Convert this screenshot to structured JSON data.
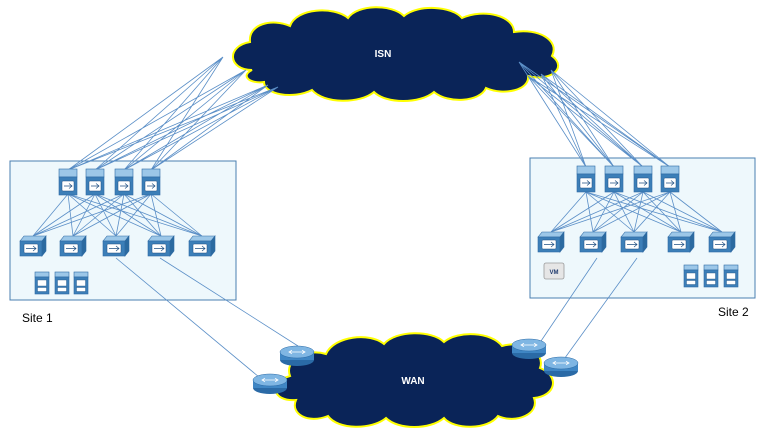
{
  "clouds": {
    "isn": {
      "label": "ISN"
    },
    "wan": {
      "label": "WAN"
    }
  },
  "sites": {
    "site1": {
      "label": "Site 1"
    },
    "site2": {
      "label": "Site 2"
    }
  },
  "vm": {
    "label": "VM"
  },
  "colors": {
    "cloud_fill": "#0a2458",
    "cloud_outline": "#ffff00",
    "site_box_fill": "#eef8fc",
    "site_box_border": "#4a7fb0",
    "link": "#5b8fc7",
    "switch_top": "#9cc7e8",
    "switch_body": "#3c7fb8",
    "router": "#3f86c4"
  }
}
